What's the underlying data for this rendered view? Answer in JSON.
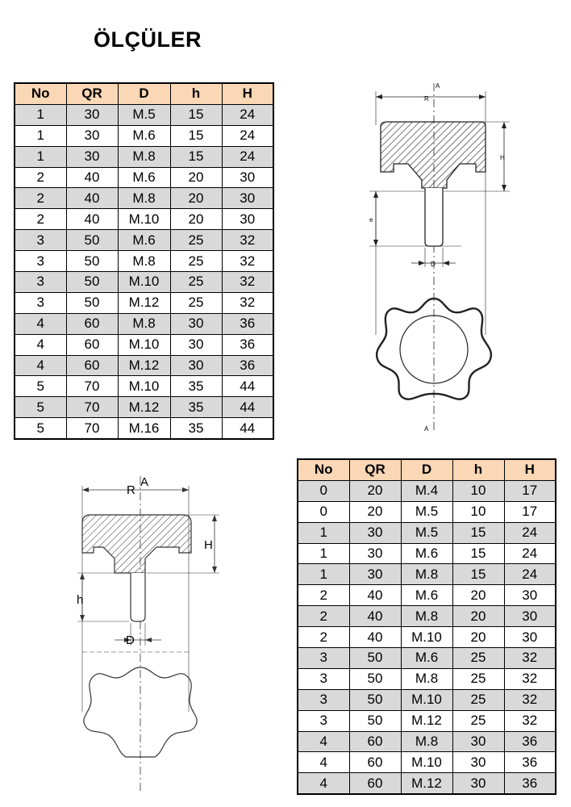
{
  "title": "ÖLÇÜLER",
  "table1": {
    "headers": [
      "No",
      "QR",
      "D",
      "h",
      "H"
    ],
    "rows": [
      [
        "1",
        "30",
        "M.5",
        "15",
        "24"
      ],
      [
        "1",
        "30",
        "M.6",
        "15",
        "24"
      ],
      [
        "1",
        "30",
        "M.8",
        "15",
        "24"
      ],
      [
        "2",
        "40",
        "M.6",
        "20",
        "30"
      ],
      [
        "2",
        "40",
        "M.8",
        "20",
        "30"
      ],
      [
        "2",
        "40",
        "M.10",
        "20",
        "30"
      ],
      [
        "3",
        "50",
        "M.6",
        "25",
        "32"
      ],
      [
        "3",
        "50",
        "M.8",
        "25",
        "32"
      ],
      [
        "3",
        "50",
        "M.10",
        "25",
        "32"
      ],
      [
        "3",
        "50",
        "M.12",
        "25",
        "32"
      ],
      [
        "4",
        "60",
        "M.8",
        "30",
        "36"
      ],
      [
        "4",
        "60",
        "M.10",
        "30",
        "36"
      ],
      [
        "4",
        "60",
        "M.12",
        "30",
        "36"
      ],
      [
        "5",
        "70",
        "M.10",
        "35",
        "44"
      ],
      [
        "5",
        "70",
        "M.12",
        "35",
        "44"
      ],
      [
        "5",
        "70",
        "M.16",
        "35",
        "44"
      ]
    ]
  },
  "table2": {
    "headers": [
      "No",
      "QR",
      "D",
      "h",
      "H"
    ],
    "rows": [
      [
        "0",
        "20",
        "M.4",
        "10",
        "17"
      ],
      [
        "0",
        "20",
        "M.5",
        "10",
        "17"
      ],
      [
        "1",
        "30",
        "M.5",
        "15",
        "24"
      ],
      [
        "1",
        "30",
        "M.6",
        "15",
        "24"
      ],
      [
        "1",
        "30",
        "M.8",
        "15",
        "24"
      ],
      [
        "2",
        "40",
        "M.6",
        "20",
        "30"
      ],
      [
        "2",
        "40",
        "M.8",
        "20",
        "30"
      ],
      [
        "2",
        "40",
        "M.10",
        "20",
        "30"
      ],
      [
        "3",
        "50",
        "M.6",
        "25",
        "32"
      ],
      [
        "3",
        "50",
        "M.8",
        "25",
        "32"
      ],
      [
        "3",
        "50",
        "M.10",
        "25",
        "32"
      ],
      [
        "3",
        "50",
        "M.12",
        "25",
        "32"
      ],
      [
        "4",
        "60",
        "M.8",
        "30",
        "36"
      ],
      [
        "4",
        "60",
        "M.10",
        "30",
        "36"
      ],
      [
        "4",
        "60",
        "M.12",
        "30",
        "36"
      ]
    ]
  },
  "drawing1": {
    "labels": {
      "a_top": "A",
      "r": "R",
      "h_upper": "H",
      "e": "e",
      "d": "D",
      "a_bottom": "A"
    }
  },
  "drawing2": {
    "labels": {
      "a": "A",
      "r": "R",
      "h_upper": "H",
      "h_lower": "h",
      "d": "D"
    }
  },
  "colors": {
    "header_bg": "#fad7b5",
    "shaded_row": "#d9d9d9",
    "border": "#000000"
  }
}
